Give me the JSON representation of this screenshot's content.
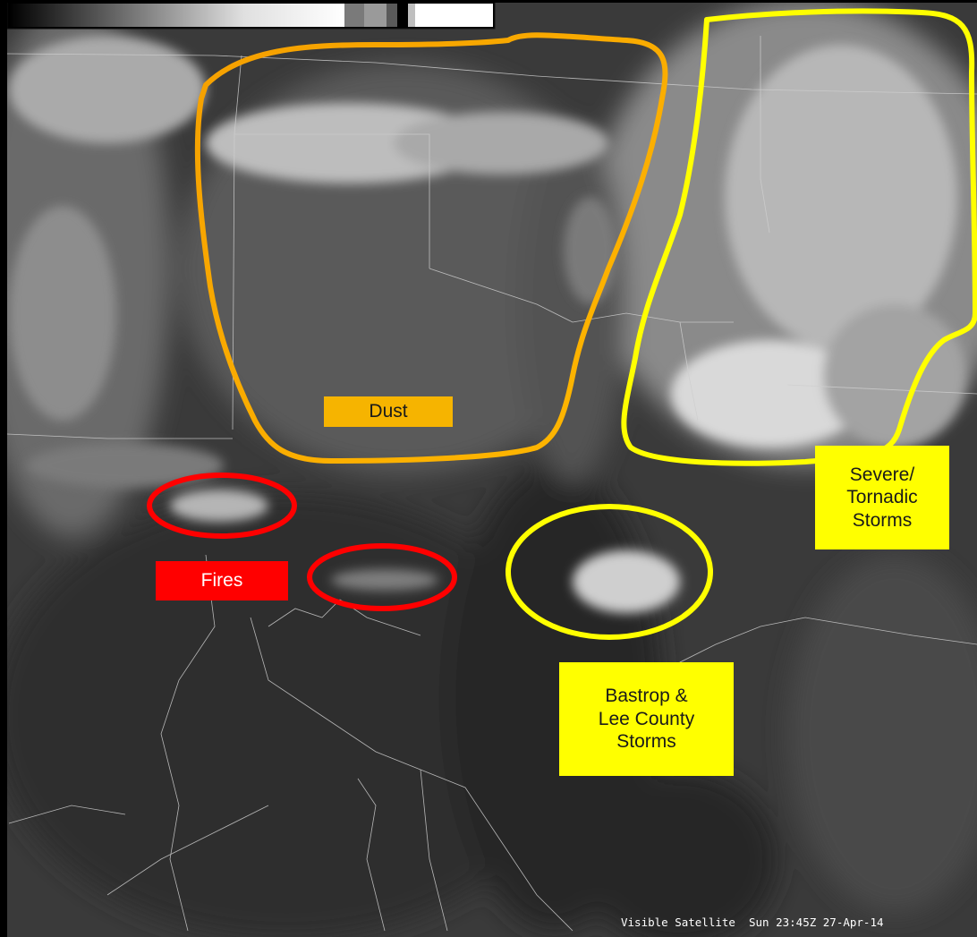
{
  "caption": "Visible Satellite  Sun 23:45Z 27-Apr-14",
  "annotations": {
    "dust": {
      "label": "Dust",
      "color": "#f6b400",
      "outline_color": "#f7a800"
    },
    "fires": {
      "label": "Fires",
      "color": "#ff0000",
      "outline_color": "#ff0000"
    },
    "severe": {
      "label": "Severe/\nTornadic\nStorms",
      "color": "#ffff00",
      "outline_color": "#ffff00"
    },
    "bastrop": {
      "label": "Bastrop &\nLee County\nStorms",
      "color": "#ffff00",
      "outline_color": "#ffff00"
    }
  }
}
